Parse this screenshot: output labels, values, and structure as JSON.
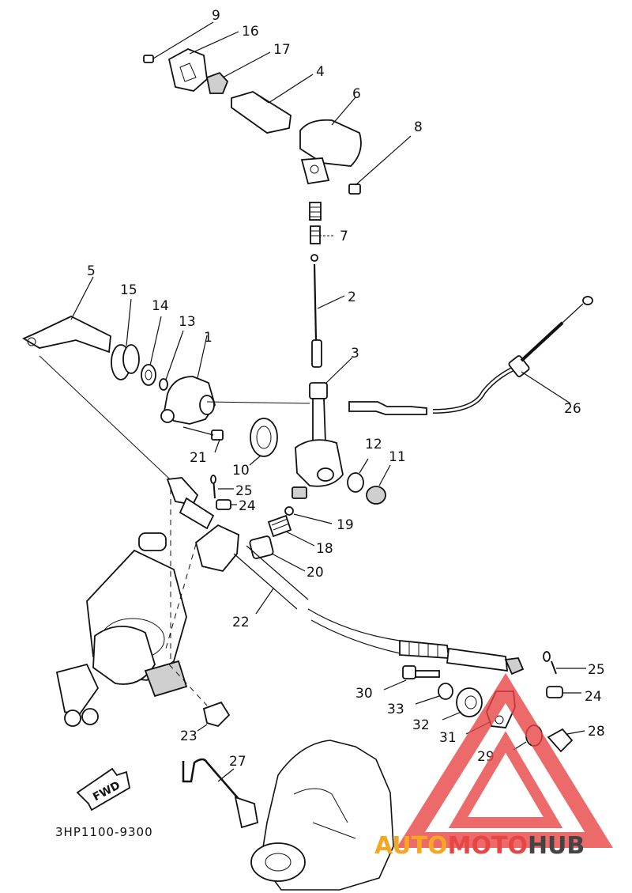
{
  "diagram": {
    "code": "3HP1100-9300",
    "fwd_label": "FWD",
    "callouts": [
      {
        "id": "c9",
        "n": "9"
      },
      {
        "id": "c16",
        "n": "16"
      },
      {
        "id": "c17",
        "n": "17"
      },
      {
        "id": "c4",
        "n": "4"
      },
      {
        "id": "c6",
        "n": "6"
      },
      {
        "id": "c8",
        "n": "8"
      },
      {
        "id": "c7",
        "n": "7"
      },
      {
        "id": "c2",
        "n": "2"
      },
      {
        "id": "c5",
        "n": "5"
      },
      {
        "id": "c15",
        "n": "15"
      },
      {
        "id": "c14",
        "n": "14"
      },
      {
        "id": "c13",
        "n": "13"
      },
      {
        "id": "c1",
        "n": "1"
      },
      {
        "id": "c3",
        "n": "3"
      },
      {
        "id": "c26",
        "n": "26"
      },
      {
        "id": "c21",
        "n": "21"
      },
      {
        "id": "c10",
        "n": "10"
      },
      {
        "id": "c12",
        "n": "12"
      },
      {
        "id": "c11",
        "n": "11"
      },
      {
        "id": "c25a",
        "n": "25"
      },
      {
        "id": "c24a",
        "n": "24"
      },
      {
        "id": "c19",
        "n": "19"
      },
      {
        "id": "c18",
        "n": "18"
      },
      {
        "id": "c20",
        "n": "20"
      },
      {
        "id": "c22",
        "n": "22"
      },
      {
        "id": "c25b",
        "n": "25"
      },
      {
        "id": "c24b",
        "n": "24"
      },
      {
        "id": "c30",
        "n": "30"
      },
      {
        "id": "c33",
        "n": "33"
      },
      {
        "id": "c32",
        "n": "32"
      },
      {
        "id": "c31",
        "n": "31"
      },
      {
        "id": "c28",
        "n": "28"
      },
      {
        "id": "c29",
        "n": "29"
      },
      {
        "id": "c23",
        "n": "23"
      },
      {
        "id": "c27",
        "n": "27"
      }
    ]
  },
  "watermark": {
    "part1": "AUTO",
    "part2": "MOTO",
    "part3": "HUB",
    "color_red": "#e84545",
    "color_orange": "#f5a623",
    "color_dark": "#444444"
  }
}
